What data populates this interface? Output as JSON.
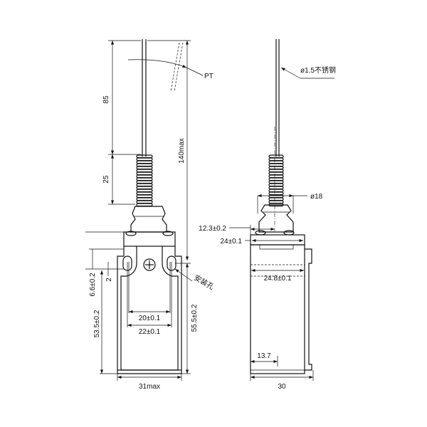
{
  "front_view": {
    "dim_rod_length": "85",
    "dim_spring_length": "25",
    "dim_total_height": "140max",
    "dim_body_height": "55.5±0.2",
    "dim_hole_to_bottom": "53.5±0.2",
    "dim_hole_offset": "6.6±0.2",
    "dim_small": "2",
    "dim_inner_hole_spacing": "20±0.1",
    "dim_outer_hole_spacing": "22±0.1",
    "dim_width": "31max",
    "label_pt": "PT",
    "label_mounting_hole": "安装孔"
  },
  "side_view": {
    "label_rod": "ø1.5不锈钢",
    "dim_cap_diameter": "ø18",
    "dim_center_offset": "12.3±0.2",
    "dim_top_width": "24±0.1",
    "dim_body_width": "24.8±0.1",
    "dim_bottom_offset": "13.7",
    "dim_depth": "30"
  }
}
